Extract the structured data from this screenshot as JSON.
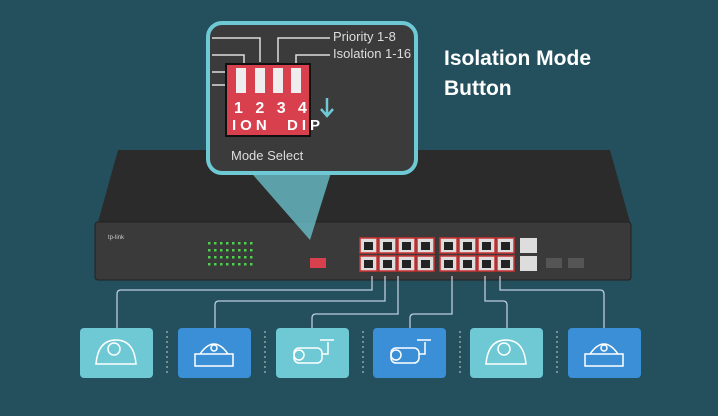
{
  "heading": {
    "line1": "Isolation Mode",
    "line2": "Button"
  },
  "callout": {
    "priority_label": "Priority 1-8",
    "isolation_label": "Isolation 1-16",
    "switch_numbers": "1 2 3 4",
    "switch_text": "ION  DIP",
    "mode_label": "Mode Select"
  },
  "switch_brand": "tp-link",
  "cameras": [
    {
      "type": "dome-camera",
      "color": "#6ec9d4"
    },
    {
      "type": "ceiling-dome-camera",
      "color": "#3a8fd6"
    },
    {
      "type": "bullet-camera",
      "color": "#6ec9d4"
    },
    {
      "type": "bullet-camera",
      "color": "#3a8fd6"
    },
    {
      "type": "dome-camera",
      "color": "#6ec9d4"
    },
    {
      "type": "ceiling-dome-camera",
      "color": "#3a8fd6"
    }
  ],
  "colors": {
    "background": "#24505e",
    "callout_border": "#6ec9d4",
    "dip_red": "#d8404e"
  }
}
